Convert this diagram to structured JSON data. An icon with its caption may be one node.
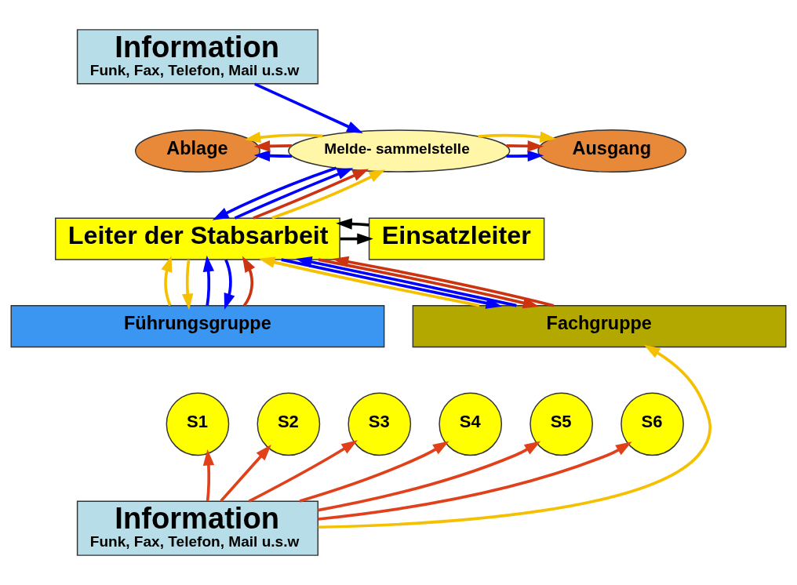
{
  "diagram": {
    "nodes": [
      {
        "text": [
          "Information",
          "Funk, Fax, Telefon, Mail u.s.w"
        ]
      },
      {
        "text": [
          "Ablage"
        ]
      },
      {
        "text": [
          "Melde- sammelstelle"
        ]
      },
      {
        "text": [
          "Ausgang"
        ]
      },
      {
        "text": [
          "Leiter der Stabsarbeit"
        ]
      },
      {
        "text": [
          "Einsatzleiter"
        ]
      },
      {
        "text": [
          "Führungsgruppe"
        ]
      },
      {
        "text": [
          "S1"
        ]
      },
      {
        "text": [
          "S2"
        ]
      },
      {
        "text": [
          "S3"
        ]
      },
      {
        "text": [
          "S4"
        ]
      },
      {
        "text": [
          "S5"
        ]
      },
      {
        "text": [
          "S6"
        ]
      },
      {
        "text": [
          "Fachgruppe"
        ]
      },
      {
        "text": [
          "Information",
          "Funk, Fax, Telefon, Mail u.s.w"
        ]
      }
    ],
    "edges": [
      {
        "from": 0,
        "to": 2,
        "arrow": "to",
        "color": "#0000ff"
      },
      {
        "from": 2,
        "to": 1,
        "arrow": "to",
        "color": "#0000ff"
      },
      {
        "from": 2,
        "to": 1,
        "arrow": "to",
        "color": "#cc3311"
      },
      {
        "from": 2,
        "to": 1,
        "arrow": "to",
        "color": "#f5c000"
      },
      {
        "from": 2,
        "to": 3,
        "arrow": "to",
        "color": "#0000ff"
      },
      {
        "from": 2,
        "to": 3,
        "arrow": "to",
        "color": "#cc3311"
      },
      {
        "from": 2,
        "to": 3,
        "arrow": "to",
        "color": "#f5c000"
      },
      {
        "from": 2,
        "to": 4,
        "arrow": "to",
        "color": "#0000ff"
      },
      {
        "from": 4,
        "to": 2,
        "arrow": "to",
        "color": "#0000ff"
      },
      {
        "from": 4,
        "to": 2,
        "arrow": "to",
        "color": "#cc3311"
      },
      {
        "from": 4,
        "to": 2,
        "arrow": "to",
        "color": "#f5c000"
      },
      {
        "from": 4,
        "to": 5,
        "arrow": "to",
        "color": "#000000"
      },
      {
        "from": 5,
        "to": 4,
        "arrow": "to",
        "color": "#000000"
      },
      {
        "from": 6,
        "to": 4,
        "arrow": "to",
        "color": "#f5c000"
      },
      {
        "from": 4,
        "to": 6,
        "arrow": "to",
        "color": "#f5c000"
      },
      {
        "from": 6,
        "to": 4,
        "arrow": "to",
        "color": "#0000ff"
      },
      {
        "from": 4,
        "to": 6,
        "arrow": "to",
        "color": "#0000ff"
      },
      {
        "from": 6,
        "to": 4,
        "arrow": "to",
        "color": "#cc3311"
      },
      {
        "from": 13,
        "to": 4,
        "arrow": "to",
        "color": "#f5c000"
      },
      {
        "from": 4,
        "to": 13,
        "arrow": "to",
        "color": "#0000ff"
      },
      {
        "from": 13,
        "to": 4,
        "arrow": "to",
        "color": "#0000ff"
      },
      {
        "from": 4,
        "to": 13,
        "arrow": "to",
        "color": "#cc3311"
      },
      {
        "from": 13,
        "to": 4,
        "arrow": "to",
        "color": "#cc3311"
      },
      {
        "from": 14,
        "to": 7,
        "arrow": "to",
        "color": "#e0401a"
      },
      {
        "from": 14,
        "to": 8,
        "arrow": "to",
        "color": "#e0401a"
      },
      {
        "from": 14,
        "to": 9,
        "arrow": "to",
        "color": "#e0401a"
      },
      {
        "from": 14,
        "to": 10,
        "arrow": "to",
        "color": "#e0401a"
      },
      {
        "from": 14,
        "to": 11,
        "arrow": "to",
        "color": "#e0401a"
      },
      {
        "from": 14,
        "to": 12,
        "arrow": "to",
        "color": "#e0401a"
      },
      {
        "from": 14,
        "to": 13,
        "arrow": "to",
        "color": "#f5c000"
      }
    ]
  }
}
